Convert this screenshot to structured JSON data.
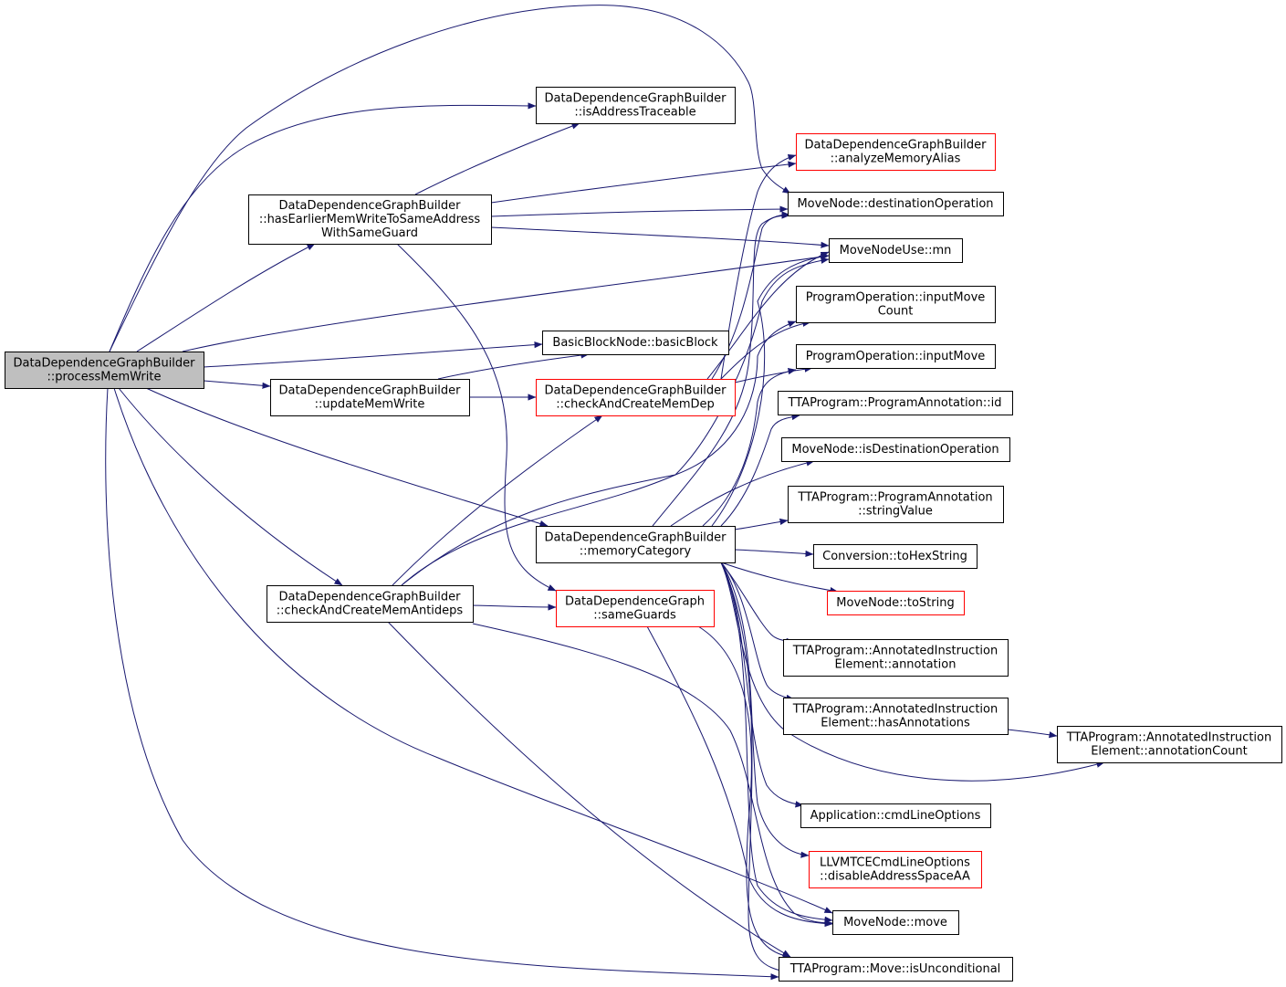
{
  "colors": {
    "edge": "#191970",
    "border_default": "#000000",
    "border_truncated": "#ff0000",
    "root_fill": "#bfbfbf",
    "node_fill": "#ffffff"
  },
  "nodes": [
    {
      "id": "processMemWrite",
      "lines": [
        "DataDependenceGraphBuilder",
        "::processMemWrite"
      ],
      "border": "black",
      "root": true
    },
    {
      "id": "isAddressTraceable",
      "lines": [
        "DataDependenceGraphBuilder",
        "::isAddressTraceable"
      ],
      "border": "black"
    },
    {
      "id": "hasEarlierMemWrite",
      "lines": [
        "DataDependenceGraphBuilder",
        "::hasEarlierMemWriteToSameAddress",
        "WithSameGuard"
      ],
      "border": "black"
    },
    {
      "id": "analyzeMemoryAlias",
      "lines": [
        "DataDependenceGraphBuilder",
        "::analyzeMemoryAlias"
      ],
      "border": "red"
    },
    {
      "id": "destinationOperation",
      "lines": [
        "MoveNode::destinationOperation"
      ],
      "border": "black"
    },
    {
      "id": "mn",
      "lines": [
        "MoveNodeUse::mn"
      ],
      "border": "black"
    },
    {
      "id": "inputMoveCount",
      "lines": [
        "ProgramOperation::inputMove",
        "Count"
      ],
      "border": "black"
    },
    {
      "id": "basicBlock",
      "lines": [
        "BasicBlockNode::basicBlock"
      ],
      "border": "black"
    },
    {
      "id": "inputMove",
      "lines": [
        "ProgramOperation::inputMove"
      ],
      "border": "black"
    },
    {
      "id": "updateMemWrite",
      "lines": [
        "DataDependenceGraphBuilder",
        "::updateMemWrite"
      ],
      "border": "black"
    },
    {
      "id": "checkAndCreateMemDep",
      "lines": [
        "DataDependenceGraphBuilder",
        "::checkAndCreateMemDep"
      ],
      "border": "red"
    },
    {
      "id": "annotationId",
      "lines": [
        "TTAProgram::ProgramAnnotation::id"
      ],
      "border": "black"
    },
    {
      "id": "isDestinationOperation",
      "lines": [
        "MoveNode::isDestinationOperation"
      ],
      "border": "black"
    },
    {
      "id": "stringValue",
      "lines": [
        "TTAProgram::ProgramAnnotation",
        "::stringValue"
      ],
      "border": "black"
    },
    {
      "id": "memoryCategory",
      "lines": [
        "DataDependenceGraphBuilder",
        "::memoryCategory"
      ],
      "border": "black"
    },
    {
      "id": "toHexString",
      "lines": [
        "Conversion::toHexString"
      ],
      "border": "black"
    },
    {
      "id": "checkAndCreateMemAntideps",
      "lines": [
        "DataDependenceGraphBuilder",
        "::checkAndCreateMemAntideps"
      ],
      "border": "black"
    },
    {
      "id": "sameGuards",
      "lines": [
        "DataDependenceGraph",
        "::sameGuards"
      ],
      "border": "red"
    },
    {
      "id": "toString",
      "lines": [
        "MoveNode::toString"
      ],
      "border": "red"
    },
    {
      "id": "annotation",
      "lines": [
        "TTAProgram::AnnotatedInstruction",
        "Element::annotation"
      ],
      "border": "black"
    },
    {
      "id": "hasAnnotations",
      "lines": [
        "TTAProgram::AnnotatedInstruction",
        "Element::hasAnnotations"
      ],
      "border": "black"
    },
    {
      "id": "annotationCount",
      "lines": [
        "TTAProgram::AnnotatedInstruction",
        "Element::annotationCount"
      ],
      "border": "black"
    },
    {
      "id": "cmdLineOptions",
      "lines": [
        "Application::cmdLineOptions"
      ],
      "border": "black"
    },
    {
      "id": "disableAddressSpaceAA",
      "lines": [
        "LLVMTCECmdLineOptions",
        "::disableAddressSpaceAA"
      ],
      "border": "red"
    },
    {
      "id": "move",
      "lines": [
        "MoveNode::move"
      ],
      "border": "black"
    },
    {
      "id": "isUnconditional",
      "lines": [
        "TTAProgram::Move::isUnconditional"
      ],
      "border": "black"
    }
  ],
  "edges": [
    [
      "processMemWrite",
      "isAddressTraceable"
    ],
    [
      "processMemWrite",
      "hasEarlierMemWrite"
    ],
    [
      "processMemWrite",
      "destinationOperation"
    ],
    [
      "processMemWrite",
      "mn"
    ],
    [
      "processMemWrite",
      "basicBlock"
    ],
    [
      "processMemWrite",
      "updateMemWrite"
    ],
    [
      "processMemWrite",
      "memoryCategory"
    ],
    [
      "processMemWrite",
      "checkAndCreateMemAntideps"
    ],
    [
      "processMemWrite",
      "move"
    ],
    [
      "processMemWrite",
      "isUnconditional"
    ],
    [
      "hasEarlierMemWrite",
      "isAddressTraceable"
    ],
    [
      "hasEarlierMemWrite",
      "analyzeMemoryAlias"
    ],
    [
      "hasEarlierMemWrite",
      "destinationOperation"
    ],
    [
      "hasEarlierMemWrite",
      "mn"
    ],
    [
      "hasEarlierMemWrite",
      "sameGuards"
    ],
    [
      "updateMemWrite",
      "basicBlock"
    ],
    [
      "updateMemWrite",
      "checkAndCreateMemDep"
    ],
    [
      "checkAndCreateMemDep",
      "analyzeMemoryAlias"
    ],
    [
      "checkAndCreateMemDep",
      "destinationOperation"
    ],
    [
      "checkAndCreateMemDep",
      "mn"
    ],
    [
      "checkAndCreateMemDep",
      "inputMoveCount"
    ],
    [
      "checkAndCreateMemDep",
      "inputMove"
    ],
    [
      "memoryCategory",
      "destinationOperation"
    ],
    [
      "memoryCategory",
      "mn"
    ],
    [
      "memoryCategory",
      "inputMoveCount"
    ],
    [
      "memoryCategory",
      "inputMove"
    ],
    [
      "memoryCategory",
      "annotationId"
    ],
    [
      "memoryCategory",
      "isDestinationOperation"
    ],
    [
      "memoryCategory",
      "stringValue"
    ],
    [
      "memoryCategory",
      "toHexString"
    ],
    [
      "memoryCategory",
      "toString"
    ],
    [
      "memoryCategory",
      "annotation"
    ],
    [
      "memoryCategory",
      "hasAnnotations"
    ],
    [
      "memoryCategory",
      "annotationCount"
    ],
    [
      "memoryCategory",
      "cmdLineOptions"
    ],
    [
      "memoryCategory",
      "disableAddressSpaceAA"
    ],
    [
      "memoryCategory",
      "move"
    ],
    [
      "memoryCategory",
      "isUnconditional"
    ],
    [
      "checkAndCreateMemAntideps",
      "checkAndCreateMemDep"
    ],
    [
      "checkAndCreateMemAntideps",
      "mn"
    ],
    [
      "checkAndCreateMemAntideps",
      "sameGuards"
    ],
    [
      "checkAndCreateMemAntideps",
      "move"
    ],
    [
      "checkAndCreateMemAntideps",
      "isUnconditional"
    ],
    [
      "sameGuards",
      "move"
    ],
    [
      "sameGuards",
      "isUnconditional"
    ],
    [
      "hasAnnotations",
      "annotationCount"
    ]
  ]
}
